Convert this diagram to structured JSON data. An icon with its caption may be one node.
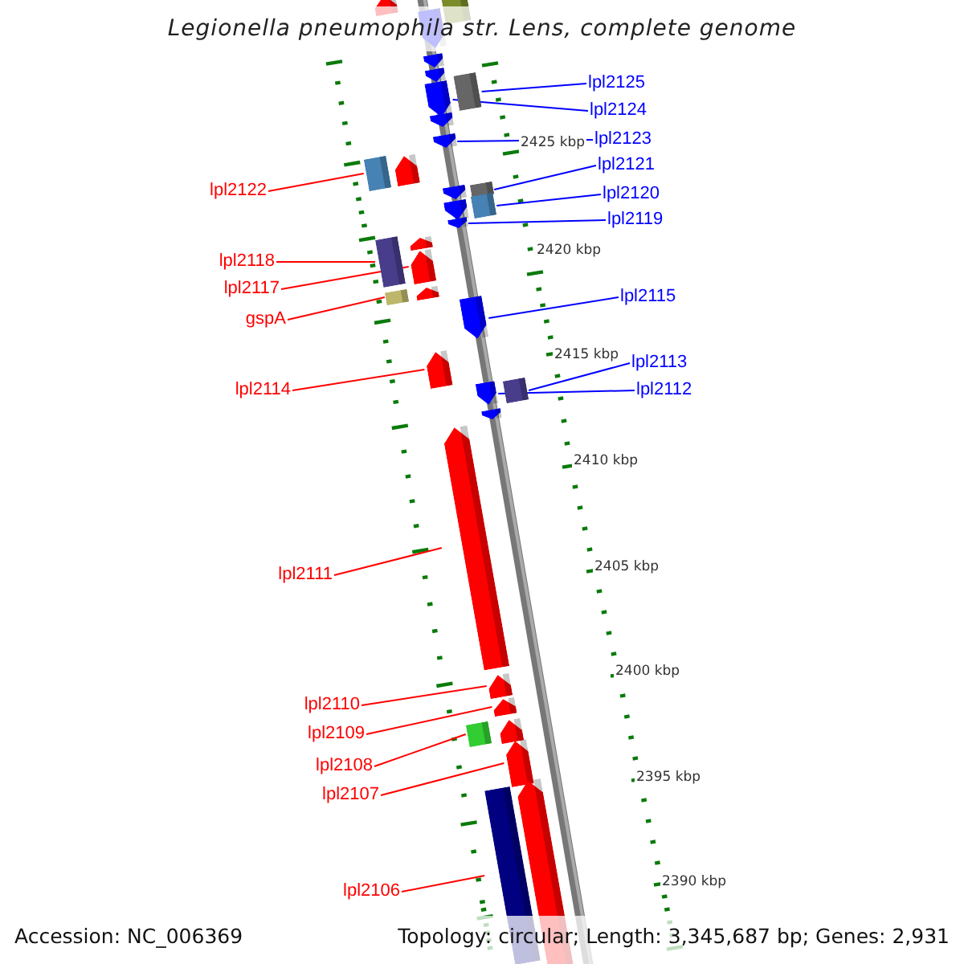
{
  "diagram": {
    "title": "Legionella pneumophila str. Lens, complete genome",
    "nodes": [
      {
        "text": [
          "lpl2125"
        ]
      },
      {
        "text": [
          "lpl2124"
        ]
      },
      {
        "text": [
          "lpl2123"
        ]
      },
      {
        "text": [
          "lpl2121"
        ]
      },
      {
        "text": [
          "lpl2122"
        ]
      },
      {
        "text": [
          "lpl2120"
        ]
      },
      {
        "text": [
          "lpl2119"
        ]
      },
      {
        "text": [
          "lpl2118"
        ]
      },
      {
        "text": [
          "lpl2117"
        ]
      },
      {
        "text": [
          "lpl2115"
        ]
      },
      {
        "text": [
          "gspA"
        ]
      },
      {
        "text": [
          "lpl2113"
        ]
      },
      {
        "text": [
          "lpl2114"
        ]
      },
      {
        "text": [
          "lpl2112"
        ]
      },
      {
        "text": [
          "lpl2111"
        ]
      },
      {
        "text": [
          "lpl2110"
        ]
      },
      {
        "text": [
          "lpl2109"
        ]
      },
      {
        "text": [
          "lpl2108"
        ]
      },
      {
        "text": [
          "lpl2107"
        ]
      },
      {
        "text": [
          "lpl2106"
        ]
      },
      {
        "text": [],
        "shape": "pentagon"
      },
      {
        "text": [],
        "shape": "box"
      },
      {
        "text": [],
        "shape": "pentagon"
      },
      {
        "text": [],
        "shape": "pentagon"
      },
      {
        "text": [],
        "shape": "pentagon"
      },
      {
        "text": [],
        "shape": "box"
      },
      {
        "text": [],
        "shape": "pentagon"
      },
      {
        "text": [],
        "shape": "pentagon"
      },
      {
        "text": [],
        "shape": "pentagon"
      },
      {
        "text": [],
        "shape": "pentagon"
      },
      {
        "text": [],
        "shape": "box"
      },
      {
        "text": [],
        "shape": "box"
      },
      {
        "text": [],
        "shape": "pentagon"
      },
      {
        "text": [],
        "shape": "box"
      },
      {
        "text": [],
        "shape": "pentagon"
      },
      {
        "text": [],
        "shape": "pentagon"
      },
      {
        "text": [],
        "shape": "pentagon"
      },
      {
        "text": [],
        "shape": "box"
      },
      {
        "text": [],
        "shape": "pentagon"
      },
      {
        "text": [],
        "shape": "pentagon"
      },
      {
        "text": [],
        "shape": "box"
      },
      {
        "text": [],
        "shape": "pentagon"
      },
      {
        "text": [],
        "shape": "pentagon"
      },
      {
        "text": [],
        "shape": "box"
      },
      {
        "text": [],
        "shape": "pentagon"
      },
      {
        "text": [],
        "shape": "pentagon"
      },
      {
        "text": [],
        "shape": "pentagon"
      },
      {
        "text": [],
        "shape": "pentagon"
      },
      {
        "text": [],
        "shape": "pentagon"
      },
      {
        "text": [],
        "shape": "box"
      },
      {
        "text": [],
        "shape": "pentagon"
      },
      {
        "text": [],
        "shape": "pentagon"
      },
      {
        "text": [],
        "shape": "box"
      },
      {
        "text": [],
        "shape": "pentagon"
      }
    ],
    "edges": [
      {
        "from": 0,
        "to": 25,
        "arrow": "none",
        "color": "#0000ff"
      },
      {
        "from": 1,
        "to": 26,
        "arrow": "none",
        "color": "#0000ff"
      },
      {
        "from": 2,
        "to": 28,
        "arrow": "none",
        "color": "#0000ff"
      },
      {
        "from": 3,
        "to": 31,
        "arrow": "none",
        "color": "#0000ff"
      },
      {
        "from": 4,
        "to": 30,
        "arrow": "none"
      },
      {
        "from": 5,
        "to": 33,
        "arrow": "none",
        "color": "#0000ff"
      },
      {
        "from": 6,
        "to": 35,
        "arrow": "none",
        "color": "#0000ff"
      },
      {
        "from": 7,
        "to": 37,
        "arrow": "none"
      },
      {
        "from": 8,
        "to": 38,
        "arrow": "none"
      },
      {
        "from": 9,
        "to": 41,
        "arrow": "none",
        "color": "#0000ff"
      },
      {
        "from": 10,
        "to": 40,
        "arrow": "none"
      },
      {
        "from": 11,
        "to": 43,
        "arrow": "none",
        "color": "#0000ff"
      },
      {
        "from": 12,
        "to": 42,
        "arrow": "none"
      },
      {
        "from": 13,
        "to": 44,
        "arrow": "none",
        "color": "#0000ff"
      },
      {
        "from": 14,
        "to": 46,
        "arrow": "none"
      },
      {
        "from": 15,
        "to": 47,
        "arrow": "none"
      },
      {
        "from": 16,
        "to": 48,
        "arrow": "none"
      },
      {
        "from": 17,
        "to": 49,
        "arrow": "none"
      },
      {
        "from": 18,
        "to": 51,
        "arrow": "none"
      },
      {
        "from": 19,
        "to": 52,
        "arrow": "none"
      }
    ],
    "labels": [
      "2425 kbp",
      "2420 kbp",
      "2415 kbp",
      "2410 kbp",
      "2405 kbp",
      "2400 kbp",
      "2395 kbp",
      "2390 kbp",
      "Accession: NC_006369",
      "Topology: circular; Length: 3,345,687 bp; Genes: 2,931"
    ]
  }
}
